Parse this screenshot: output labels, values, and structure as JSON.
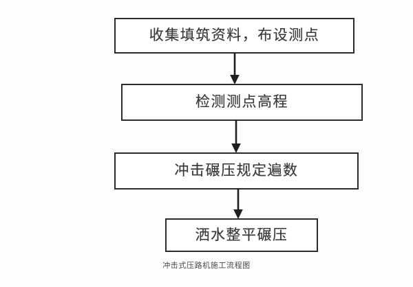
{
  "diagram": {
    "caption": "冲击式压路机施工流程图",
    "colors": {
      "background": "#fdfdfd",
      "node_fill": "#ffffff",
      "node_border": "#2b2b2b",
      "text": "#3a3a3a",
      "arrow": "#1f1f1f",
      "caption_text": "#4a4a4a"
    },
    "nodes": [
      {
        "id": "node-1",
        "label": "收集填筑资料，布设测点"
      },
      {
        "id": "node-2",
        "label": "检测测点高程"
      },
      {
        "id": "node-3",
        "label": "冲击碾压规定遍数"
      },
      {
        "id": "node-4",
        "label": "洒水整平碾压"
      }
    ],
    "connectors": [
      {
        "id": "arrow-1",
        "from": "node-1",
        "to": "node-2",
        "direction": "down"
      },
      {
        "id": "arrow-2",
        "from": "node-2",
        "to": "node-3",
        "direction": "down"
      },
      {
        "id": "arrow-3",
        "from": "node-3",
        "to": "node-4",
        "direction": "down"
      }
    ]
  }
}
